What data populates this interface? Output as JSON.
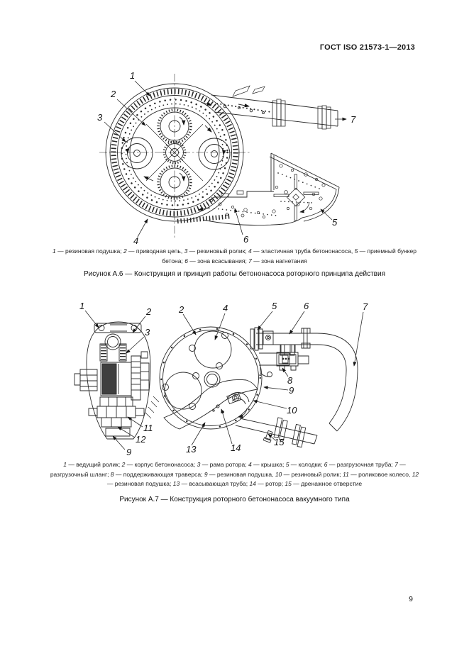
{
  "header": {
    "doc_code": "ГОСТ ISO 21573-1—2013"
  },
  "page_number": "9",
  "ui": {
    "dash": " — "
  },
  "figure_a6": {
    "title": "Рисунок А.6 — Конструкция и принцип работы бетононасоса роторного принципа действия",
    "labels": [
      "1",
      "2",
      "3",
      "4",
      "5",
      "6",
      "7"
    ],
    "legend": [
      {
        "n": "1",
        "t": "резиновая подушка",
        "s": "; "
      },
      {
        "n": "2",
        "t": "приводная цепь",
        "s": ", "
      },
      {
        "n": "3",
        "t": "резиновый ролик",
        "s": "; "
      },
      {
        "n": "4",
        "t": "эластичная труба бетононасоса",
        "s": ", "
      },
      {
        "n": "5",
        "t": "приемный бункер бетона",
        "s": "; "
      },
      {
        "n": "6",
        "t": "зона всасывания",
        "s": "; "
      },
      {
        "n": "7",
        "t": "зона нагнетания",
        "s": ""
      }
    ]
  },
  "figure_a7": {
    "title": "Рисунок А.7 — Конструкция роторного бетононасоса вакуумного типа",
    "labels": [
      "1",
      "2",
      "3",
      "11",
      "12",
      "9",
      "2",
      "4",
      "5",
      "6",
      "7",
      "8",
      "9",
      "10",
      "13",
      "14",
      "15"
    ],
    "legend": [
      {
        "n": "1",
        "t": "ведущий ролик",
        "s": "; "
      },
      {
        "n": "2",
        "t": "корпус бетононасоса",
        "s": "; "
      },
      {
        "n": "3",
        "t": "рама ротора",
        "s": "; "
      },
      {
        "n": "4",
        "t": "крышка",
        "s": "; "
      },
      {
        "n": "5",
        "t": "колодки",
        "s": "; "
      },
      {
        "n": "6",
        "t": "разгрузочная труба",
        "s": "; "
      },
      {
        "n": "7",
        "t": "разгрузочный шланг",
        "s": "; "
      },
      {
        "n": "8",
        "t": "поддерживающая траверса",
        "s": "; "
      },
      {
        "n": "9",
        "t": "резиновая подушка",
        "s": ", "
      },
      {
        "n": "10",
        "t": "резиновый ролик",
        "s": "; "
      },
      {
        "n": "11",
        "t": "роликовое колесо",
        "s": ", "
      },
      {
        "n": "12",
        "t": "резиновая подушка",
        "s": "; "
      },
      {
        "n": "13",
        "t": "всасывающая труба",
        "s": "; "
      },
      {
        "n": "14",
        "t": "ротор",
        "s": "; "
      },
      {
        "n": "15",
        "t": "дренажное отверстие",
        "s": ""
      }
    ]
  }
}
